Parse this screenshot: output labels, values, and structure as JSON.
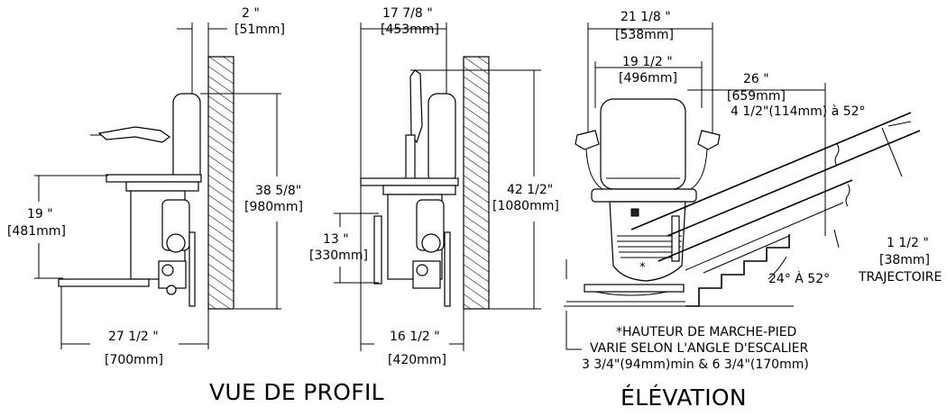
{
  "profile_view": {
    "title": "VUE DE PROFIL",
    "dim_wall_gap": {
      "imperial": "2 \"",
      "metric": "[51mm]"
    },
    "dim_seat_height": {
      "imperial": "19 \"",
      "metric": "[481mm]"
    },
    "dim_total_height": {
      "imperial": "38 5/8\"",
      "metric": "[980mm]"
    },
    "dim_depth": {
      "imperial": "27 1/2 \"",
      "metric": "[700mm]"
    }
  },
  "folded_view": {
    "dim_top_width": {
      "imperial": "17 7/8 \"",
      "metric": "[453mm]"
    },
    "dim_folded_height": {
      "imperial": "42 1/2\"",
      "metric": "[1080mm]"
    },
    "dim_footrest": {
      "imperial": "13 \"",
      "metric": "[330mm]"
    },
    "dim_depth": {
      "imperial": "16 1/2 \"",
      "metric": "[420mm]"
    }
  },
  "elevation_view": {
    "title": "ÉLÉVATION",
    "dim_overall_width": {
      "imperial": "21 1/8 \"",
      "metric": "[538mm]"
    },
    "dim_seat_width": {
      "imperial": "19 1/2 \"",
      "metric": "[496mm]"
    },
    "dim_height": {
      "imperial": "26 \"",
      "metric": "[659mm]"
    },
    "dim_rail_offset": "4 1/2\"(114mm) à 52°",
    "dim_trajectory": {
      "imperial": "1 1/2 \"",
      "metric": "[38mm]",
      "label": "TRAJECTOIRE"
    },
    "angle_range": "24° À 52°",
    "note_lines": [
      "*HAUTEUR DE MARCHE-PIED",
      "VARIE SELON L'ANGLE D'ESCALIER",
      "3 3/4\"(94mm)min & 6 3/4\"(170mm)"
    ],
    "footrest_marker": "*"
  }
}
